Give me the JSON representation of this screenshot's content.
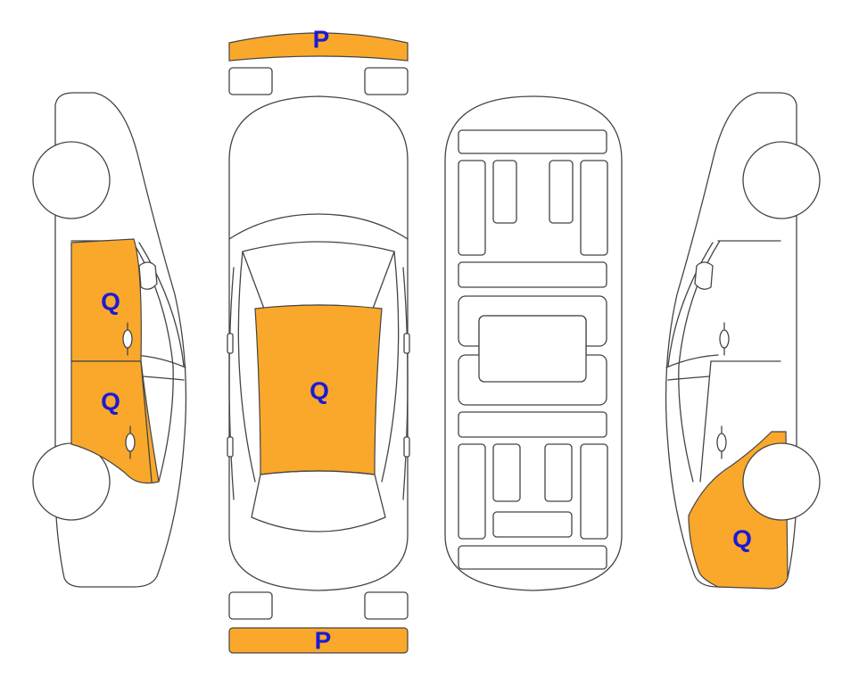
{
  "diagram": {
    "labels": {
      "front_bumper": "P",
      "rear_bumper": "P",
      "left_front_door": "Q",
      "left_rear_door": "Q",
      "roof": "Q",
      "right_rear_quarter": "Q"
    },
    "colors": {
      "damage_fill": "#F9A82B",
      "label_text": "#1a1ad6",
      "outline": "#444444"
    }
  }
}
